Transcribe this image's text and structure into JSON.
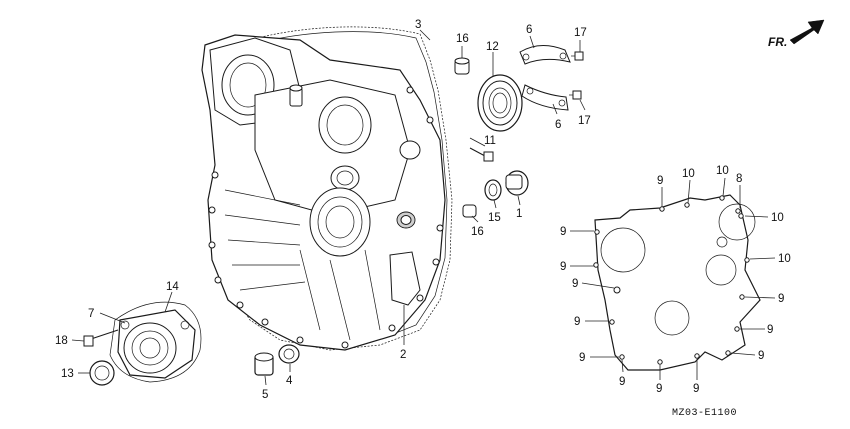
{
  "callouts": [
    "1",
    "2",
    "3",
    "4",
    "5",
    "6",
    "7",
    "8",
    "9",
    "10",
    "11",
    "12",
    "13",
    "14",
    "15",
    "16",
    "17",
    "18"
  ],
  "direction_label": "FR.",
  "drawing_code": "MZ03-E1100"
}
